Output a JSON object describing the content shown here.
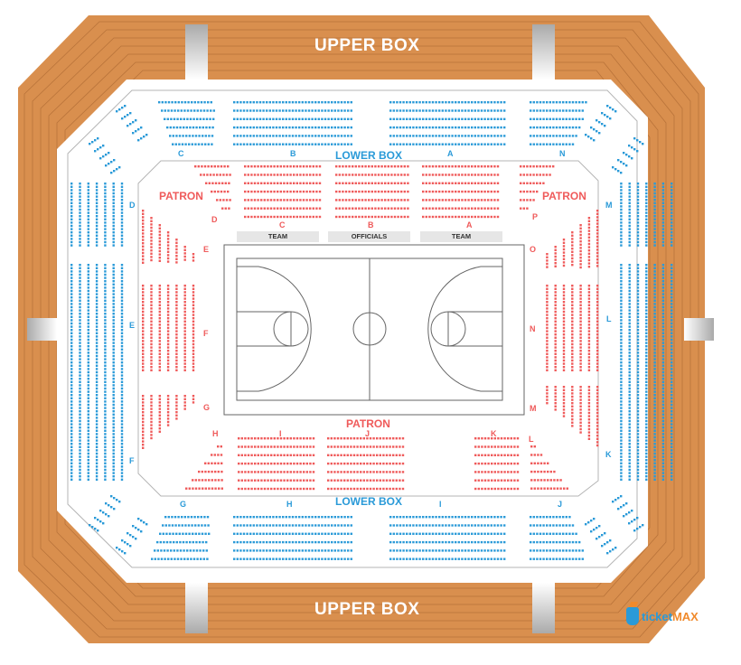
{
  "title": "Basketball Arena Seating Chart",
  "colors": {
    "upper_box": "#d98f4e",
    "upper_box_lines": "#b8733a",
    "lower_box_seat": "#2a9ad8",
    "patron_seat": "#ef5a5a",
    "outline": "#b5b5b5",
    "logo_blue": "#2a9ad8",
    "logo_orange": "#f08a2c"
  },
  "tiers": {
    "upper_top": "UPPER BOX",
    "upper_bottom": "UPPER BOX",
    "lower_top": "LOWER BOX",
    "lower_bottom": "LOWER BOX",
    "patron_left": "PATRON",
    "patron_right": "PATRON",
    "patron_bottom": "PATRON"
  },
  "benches": {
    "left": "TEAM",
    "center": "OFFICIALS",
    "right": "TEAM"
  },
  "lower_box_sections": {
    "top": [
      "C",
      "B",
      "A",
      "N"
    ],
    "left": [
      "D",
      "E",
      "F"
    ],
    "right": [
      "M",
      "L",
      "K"
    ],
    "bottom": [
      "G",
      "H",
      "I",
      "J"
    ]
  },
  "patron_sections": {
    "top": [
      "C",
      "B",
      "A"
    ],
    "top_left_corner": "D",
    "top_right_corner": "P",
    "left": [
      "E",
      "F",
      "G"
    ],
    "right": [
      "O",
      "N",
      "M"
    ],
    "bottom": [
      "H",
      "I",
      "J",
      "K",
      "L"
    ]
  },
  "logo": {
    "part1": "ticket",
    "part2": "MAX"
  }
}
